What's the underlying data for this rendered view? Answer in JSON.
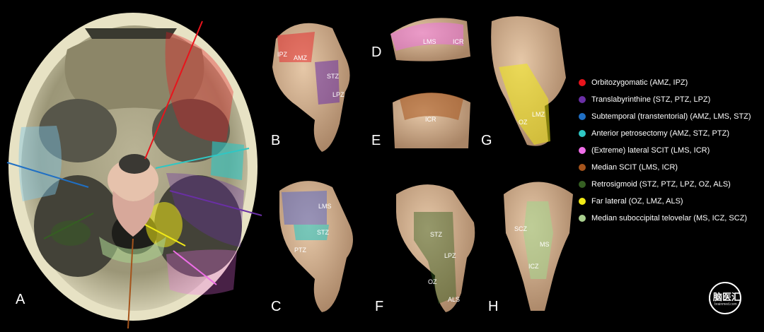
{
  "panels": {
    "A": "A",
    "B": "B",
    "C": "C",
    "D": "D",
    "E": "E",
    "F": "F",
    "G": "G",
    "H": "H"
  },
  "labels": {
    "b_ipz": "IPZ",
    "b_amz": "AMZ",
    "b_stz": "STZ",
    "b_lpz": "LPZ",
    "c_lms": "LMS",
    "c_stz": "STZ",
    "c_ptz": "PTZ",
    "d_lms": "LMS",
    "d_icr": "ICR",
    "e_icr": "ICR",
    "f_stz": "STZ",
    "f_lpz": "LPZ",
    "f_oz": "OZ",
    "f_als": "ALS",
    "g_lmz": "LMZ",
    "g_oz": "OZ",
    "h_scz": "SCZ",
    "h_ms": "MS",
    "h_icz": "ICZ"
  },
  "legend": [
    {
      "label": "Orbitozygomatic (AMZ, IPZ)",
      "color": "#e8141c"
    },
    {
      "label": "Translabyrinthine (STZ, PTZ, LPZ)",
      "color": "#6a2fa5"
    },
    {
      "label": "Subtemporal (transtentorial) (AMZ, LMS, STZ)",
      "color": "#1f6fc4"
    },
    {
      "label": "Anterior petrosectomy (AMZ, STZ, PTZ)",
      "color": "#2fc7c4"
    },
    {
      "label": "(Extreme) lateral SCIT (LMS, ICR)",
      "color": "#ef6ee8"
    },
    {
      "label": "Median SCIT (LMS, ICR)",
      "color": "#a5541c"
    },
    {
      "label": "Retrosigmoid (STZ, PTZ, LPZ, OZ, ALS)",
      "color": "#355f22"
    },
    {
      "label": "Far lateral (OZ, LMZ, ALS)",
      "color": "#f1ea17"
    },
    {
      "label": "Median suboccipital telovelar (MS, ICZ, SCZ)",
      "color": "#a9cf8e"
    }
  ],
  "watermark": {
    "text": "脑医汇",
    "url": "brainmed.com"
  },
  "colors": {
    "bone": "#d8d3b4",
    "brainstem": "#c9a889",
    "background": "#000000"
  }
}
